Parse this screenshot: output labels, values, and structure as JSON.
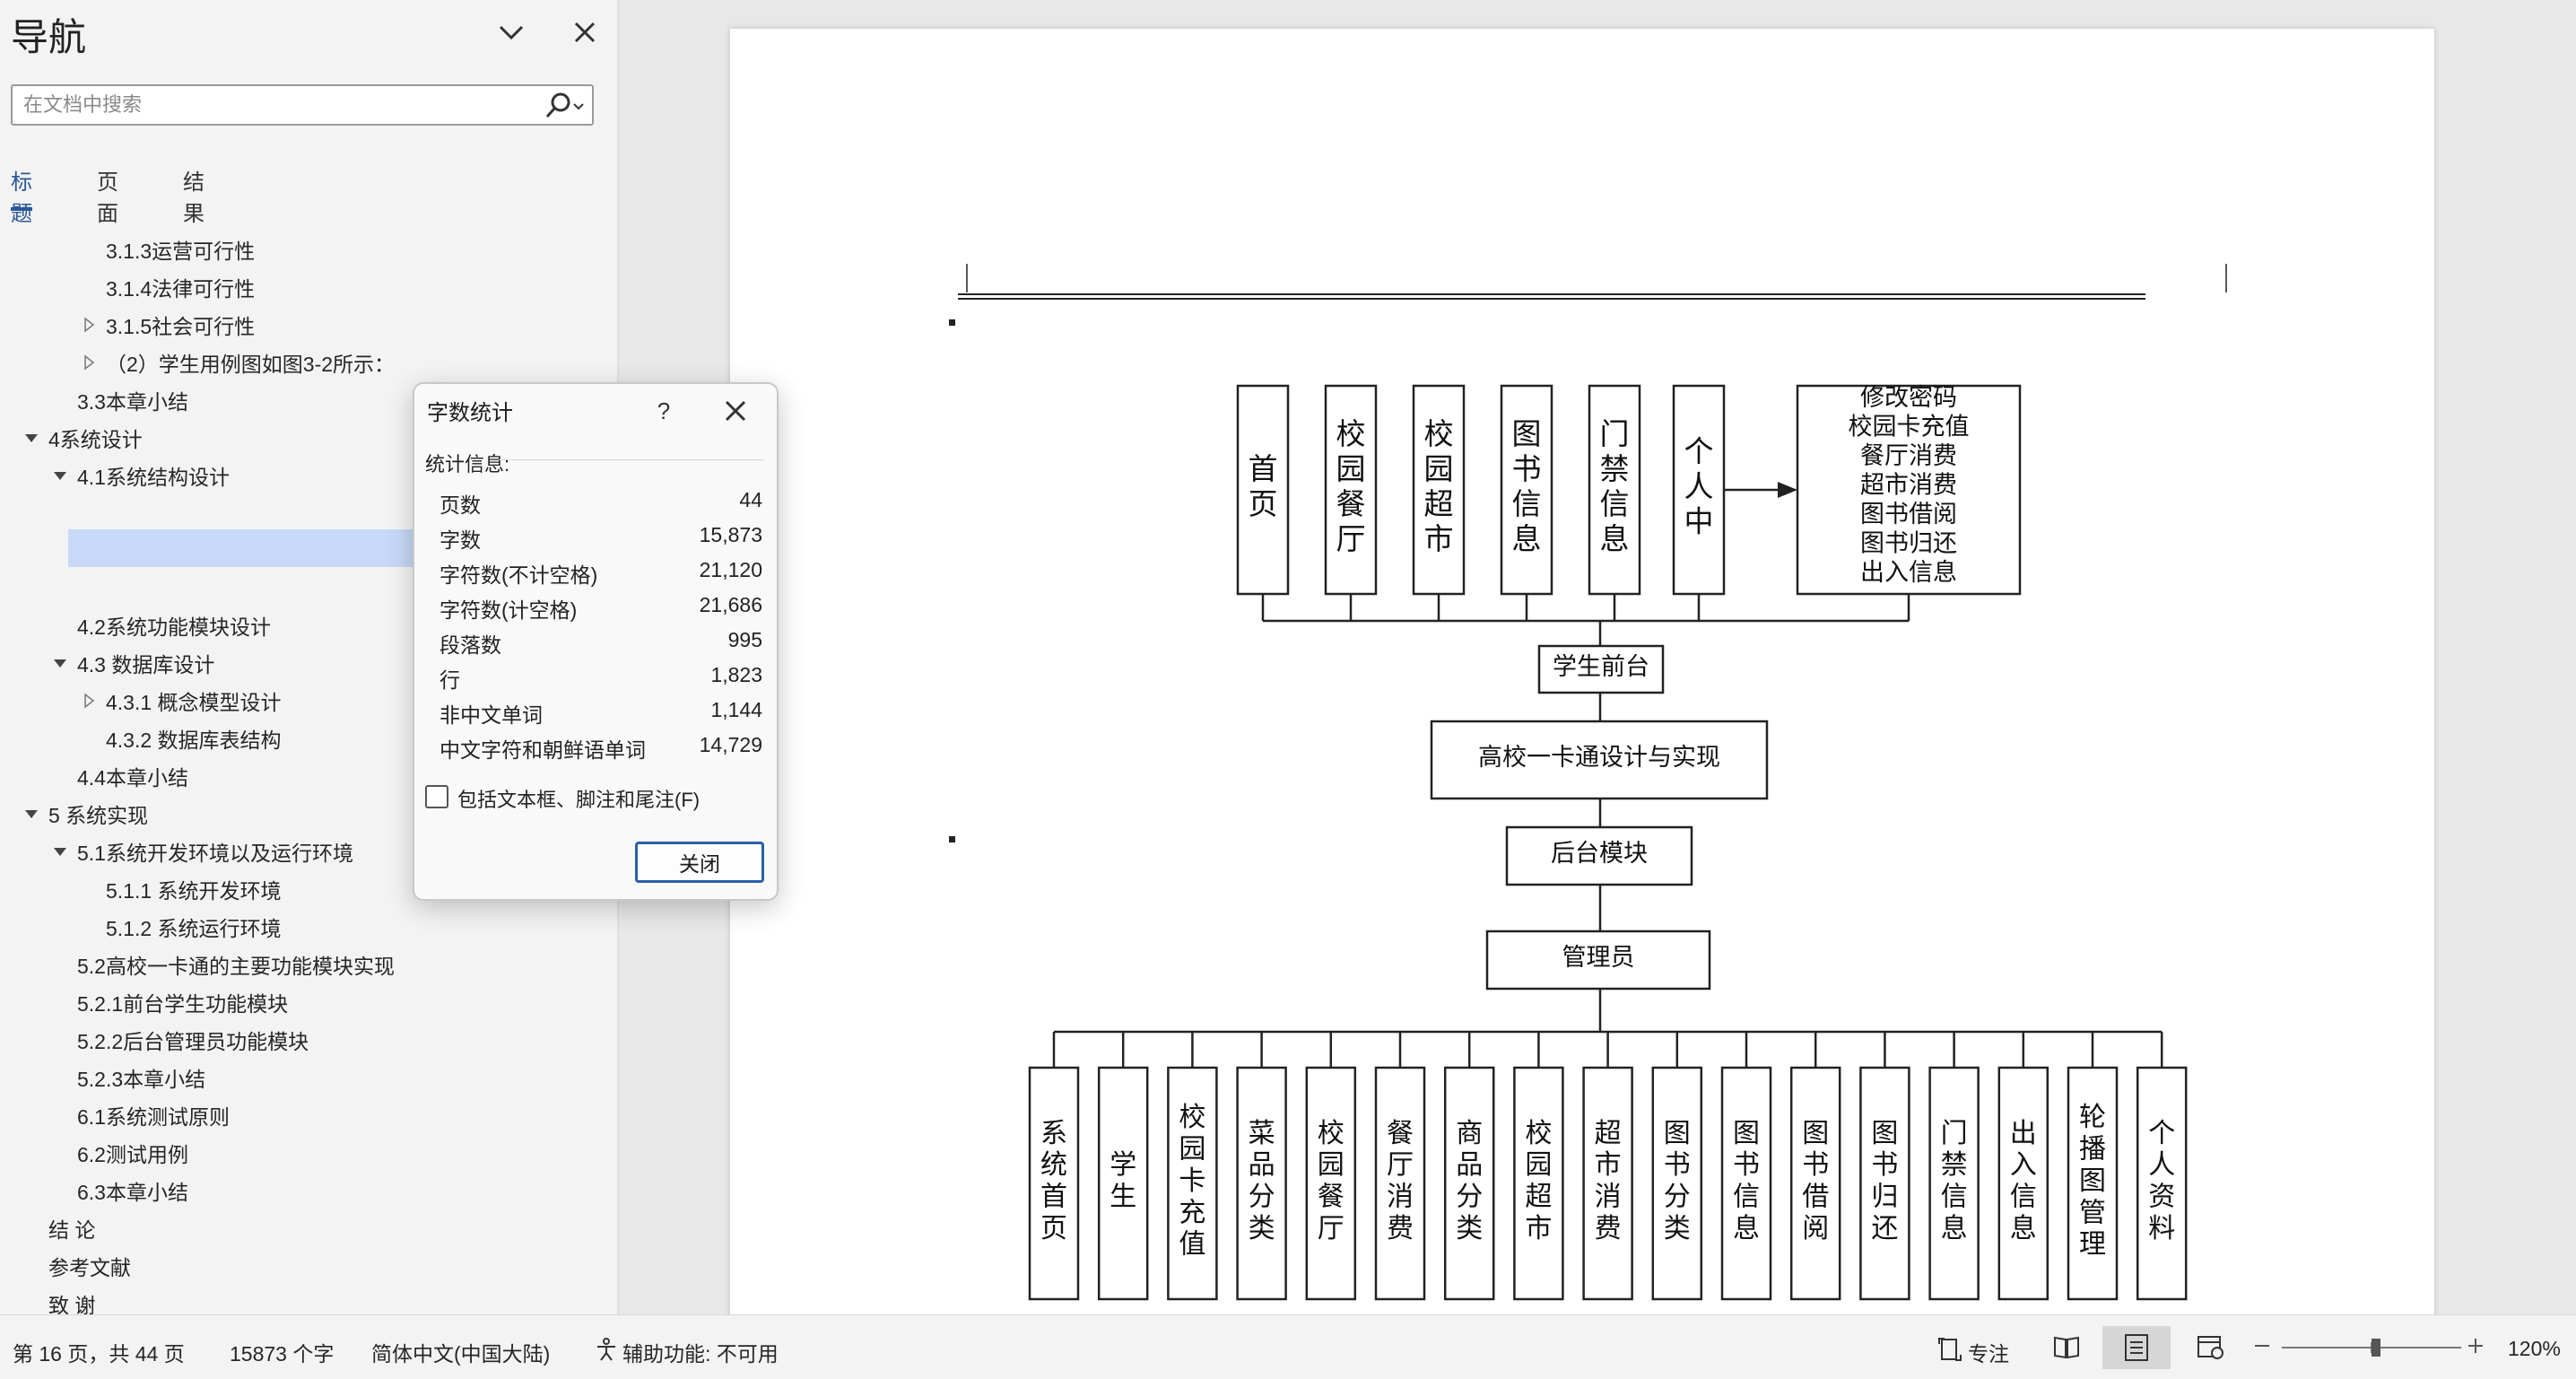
{
  "nav": {
    "title": "导航",
    "search_placeholder": "在文档中搜索",
    "tabs": [
      "标题",
      "页面",
      "结果"
    ],
    "items": [
      "3.1.3运营可行性",
      "3.1.4法律可行性",
      "3.1.5社会可行性",
      "（2）学生用例图如图3-2所示：",
      "3.3本章小结",
      "4系统设计",
      "4.1系统结构设计",
      "4.2系统功能模块设计",
      "4.3 数据库设计",
      "4.3.1 概念模型设计",
      "4.3.2 数据库表结构",
      "4.4本章小结",
      "5 系统实现",
      "5.1系统开发环境以及运行环境",
      "5.1.1 系统开发环境",
      "5.1.2 系统运行环境",
      "5.2高校一卡通的主要功能模块实现",
      "5.2.1前台学生功能模块",
      "5.2.2后台管理员功能模块",
      "5.2.3本章小结",
      "6.1系统测试原则",
      "6.2测试用例",
      "6.3本章小结",
      "结  论",
      "参考文献",
      "致  谢"
    ]
  },
  "dialog": {
    "title": "字数统计",
    "help": "?",
    "section": "统计信息:",
    "stats": [
      {
        "label": "页数",
        "value": "44"
      },
      {
        "label": "字数",
        "value": "15,873"
      },
      {
        "label": "字符数(不计空格)",
        "value": "21,120"
      },
      {
        "label": "字符数(计空格)",
        "value": "21,686"
      },
      {
        "label": "段落数",
        "value": "995"
      },
      {
        "label": "行",
        "value": "1,823"
      },
      {
        "label": "非中文单词",
        "value": "1,144"
      },
      {
        "label": "中文字符和朝鲜语单词",
        "value": "14,729"
      }
    ],
    "checkbox_label": "包括文本框、脚注和尾注(F)",
    "close_button": "关闭"
  },
  "diagram": {
    "top_items": [
      "首页",
      "校园餐厅",
      "校园超市",
      "图书信息",
      "门禁信息",
      "个人中"
    ],
    "personal_list": [
      "修改密码",
      "校园卡充值",
      "餐厅消费",
      "超市消费",
      "图书借阅",
      "图书归还",
      "出入信息"
    ],
    "front": "学生前台",
    "system": "高校一卡通设计与实现",
    "backend": "后台模块",
    "admin": "管理员",
    "bottom_items": [
      "系统首页",
      "学生",
      "校园卡充值",
      "菜品分类",
      "校园餐厅",
      "餐厅消费",
      "商品分类",
      "校园超市",
      "超市消费",
      "图书分类",
      "图书信息",
      "图书借阅",
      "图书归还",
      "门禁信息",
      "出入信息",
      "轮播图管理",
      "个人资料"
    ]
  },
  "statusbar": {
    "page": "第 16 页，共 44 页",
    "words": "15873 个字",
    "language": "简体中文(中国大陆)",
    "accessibility": "辅助功能: 不可用",
    "focus": "专注",
    "zoom": "120%"
  }
}
